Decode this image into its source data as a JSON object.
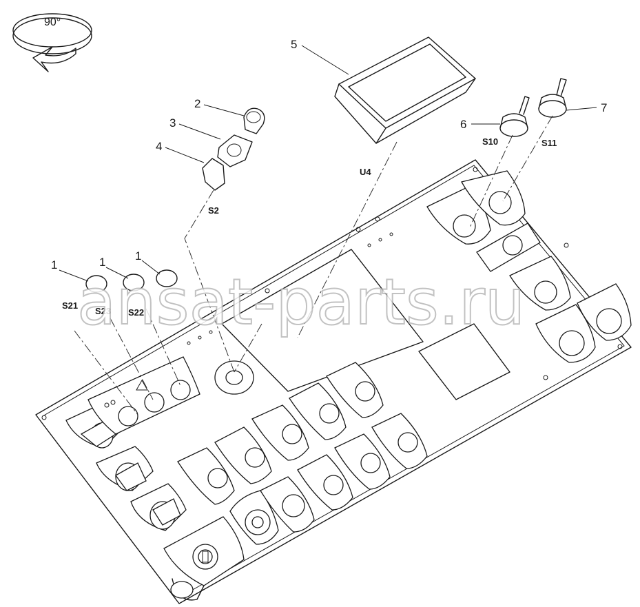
{
  "rotation_label": "90°",
  "callouts": [
    "1",
    "1",
    "1",
    "2",
    "3",
    "4",
    "5",
    "6",
    "7"
  ],
  "refs": {
    "s21": "S21",
    "s23": "S23",
    "s22": "S22",
    "s2": "S2",
    "u4": "U4",
    "s10": "S10",
    "s11": "S11"
  },
  "watermark": "ansat-parts.ru",
  "icons": [
    "rotate-arrow-icon",
    "warning-triangle-icon",
    "key-switch-icon",
    "joystick-icon",
    "display-icon"
  ]
}
